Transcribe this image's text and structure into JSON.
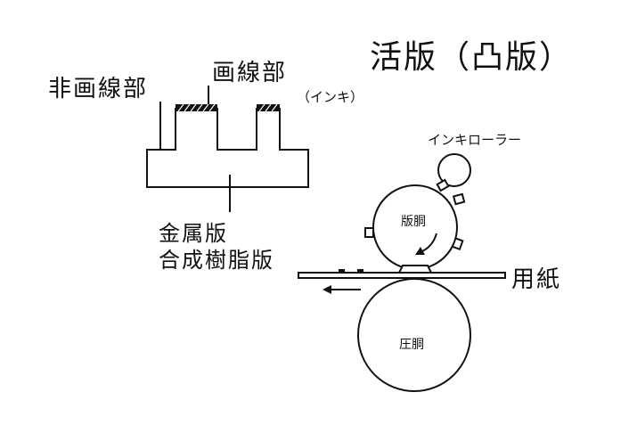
{
  "title": "活版（凸版）",
  "labels": {
    "non_image_area": "非画線部",
    "image_area": "画線部",
    "ink_note": "（インキ）",
    "ink_roller": "インキローラー",
    "plate_cylinder": "版胴",
    "metal_plate": "金属版",
    "resin_plate": "合成樹脂版",
    "paper": "用紙",
    "impression_cylinder": "圧胴"
  },
  "colors": {
    "line": "#111111",
    "background": "#ffffff"
  }
}
